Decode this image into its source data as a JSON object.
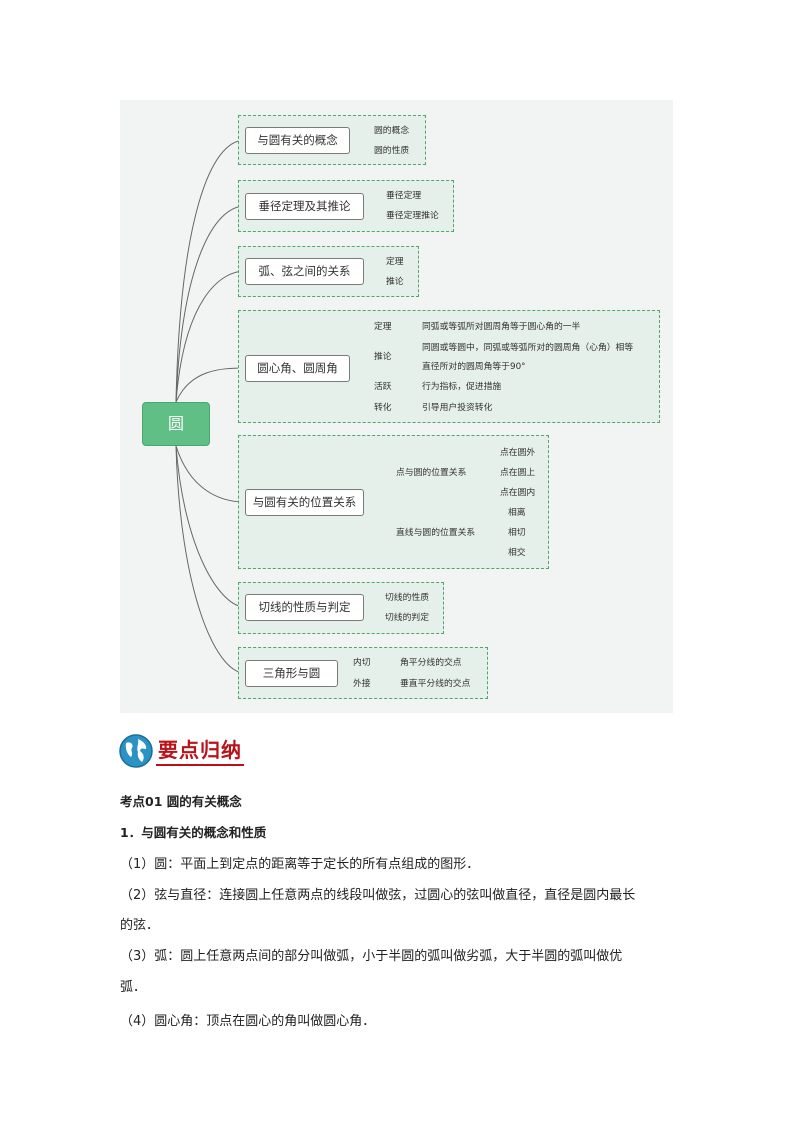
{
  "mindmap": {
    "root": "圆",
    "groups": [
      {
        "topic": "与圆有关的概念",
        "items": [
          "圆的概念",
          "圆的性质"
        ]
      },
      {
        "topic": "垂径定理及其推论",
        "items": [
          "垂径定理",
          "垂径定理推论"
        ]
      },
      {
        "topic": "弧、弦之间的关系",
        "items": [
          "定理",
          "推论"
        ]
      },
      {
        "topic": "圆心角、圆周角",
        "items": [
          "定理",
          "推论",
          "活跃",
          "转化"
        ],
        "details": [
          "同弧或等弧所对圆周角等于圆心角的一半",
          "同圆或等圆中，同弧或等弧所对的圆周角（心角）相等",
          "直径所对的圆周角等于90°",
          "行为指标，促进措施",
          "引导用户投资转化"
        ]
      },
      {
        "topic": "与圆有关的位置关系",
        "sub": [
          "点与圆的位置关系",
          "直线与圆的位置关系"
        ],
        "point_items": [
          "点在圆外",
          "点在圆上",
          "点在圆内"
        ],
        "line_items": [
          "相离",
          "相切",
          "相交"
        ]
      },
      {
        "topic": "切线的性质与判定",
        "items": [
          "切线的性质",
          "切线的判定"
        ]
      },
      {
        "topic": "三角形与圆",
        "items": [
          "内切",
          "外接"
        ],
        "details": [
          "角平分线的交点",
          "垂直平分线的交点"
        ]
      }
    ]
  },
  "section": {
    "title": "要点归纳"
  },
  "content": {
    "heading1": "考点01 圆的有关概念",
    "heading2": "1．与圆有关的概念和性质",
    "p1": "（1）圆：平面上到定点的距离等于定长的所有点组成的图形．",
    "p2a": "（2）弦与直径：连接圆上任意两点的线段叫做弦，过圆心的弦叫做直径，直径是圆内最长",
    "p2b": "的弦．",
    "p3a": "（3）弧：圆上任意两点间的部分叫做弧，小于半圆的弧叫做劣弧，大于半圆的弧叫做优",
    "p3b": "弧．",
    "p4": "（4）圆心角：顶点在圆心的角叫做圆心角．"
  },
  "colors": {
    "accent": "#b9121b",
    "node": "#5fbf85",
    "dashed": "#4aa76d"
  }
}
